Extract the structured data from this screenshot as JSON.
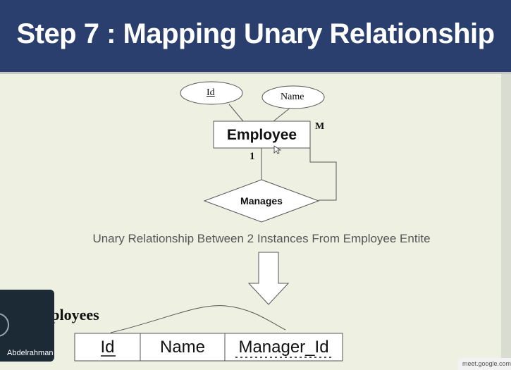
{
  "slide": {
    "title": "Step 7 : Mapping Unary Relationship",
    "caption": "Unary Relationship Between 2 Instances From Employee Entite"
  },
  "erd": {
    "entity": "Employee",
    "attributes": [
      "Id",
      "Name"
    ],
    "relationship": "Manages",
    "card_one": "1",
    "card_many": "M"
  },
  "table": {
    "title": "nployees",
    "columns": [
      "Id",
      "Name",
      "Manager_Id"
    ]
  },
  "participant": {
    "name": "Abdelrahman"
  },
  "browser": {
    "notice": "meet.google.com"
  }
}
